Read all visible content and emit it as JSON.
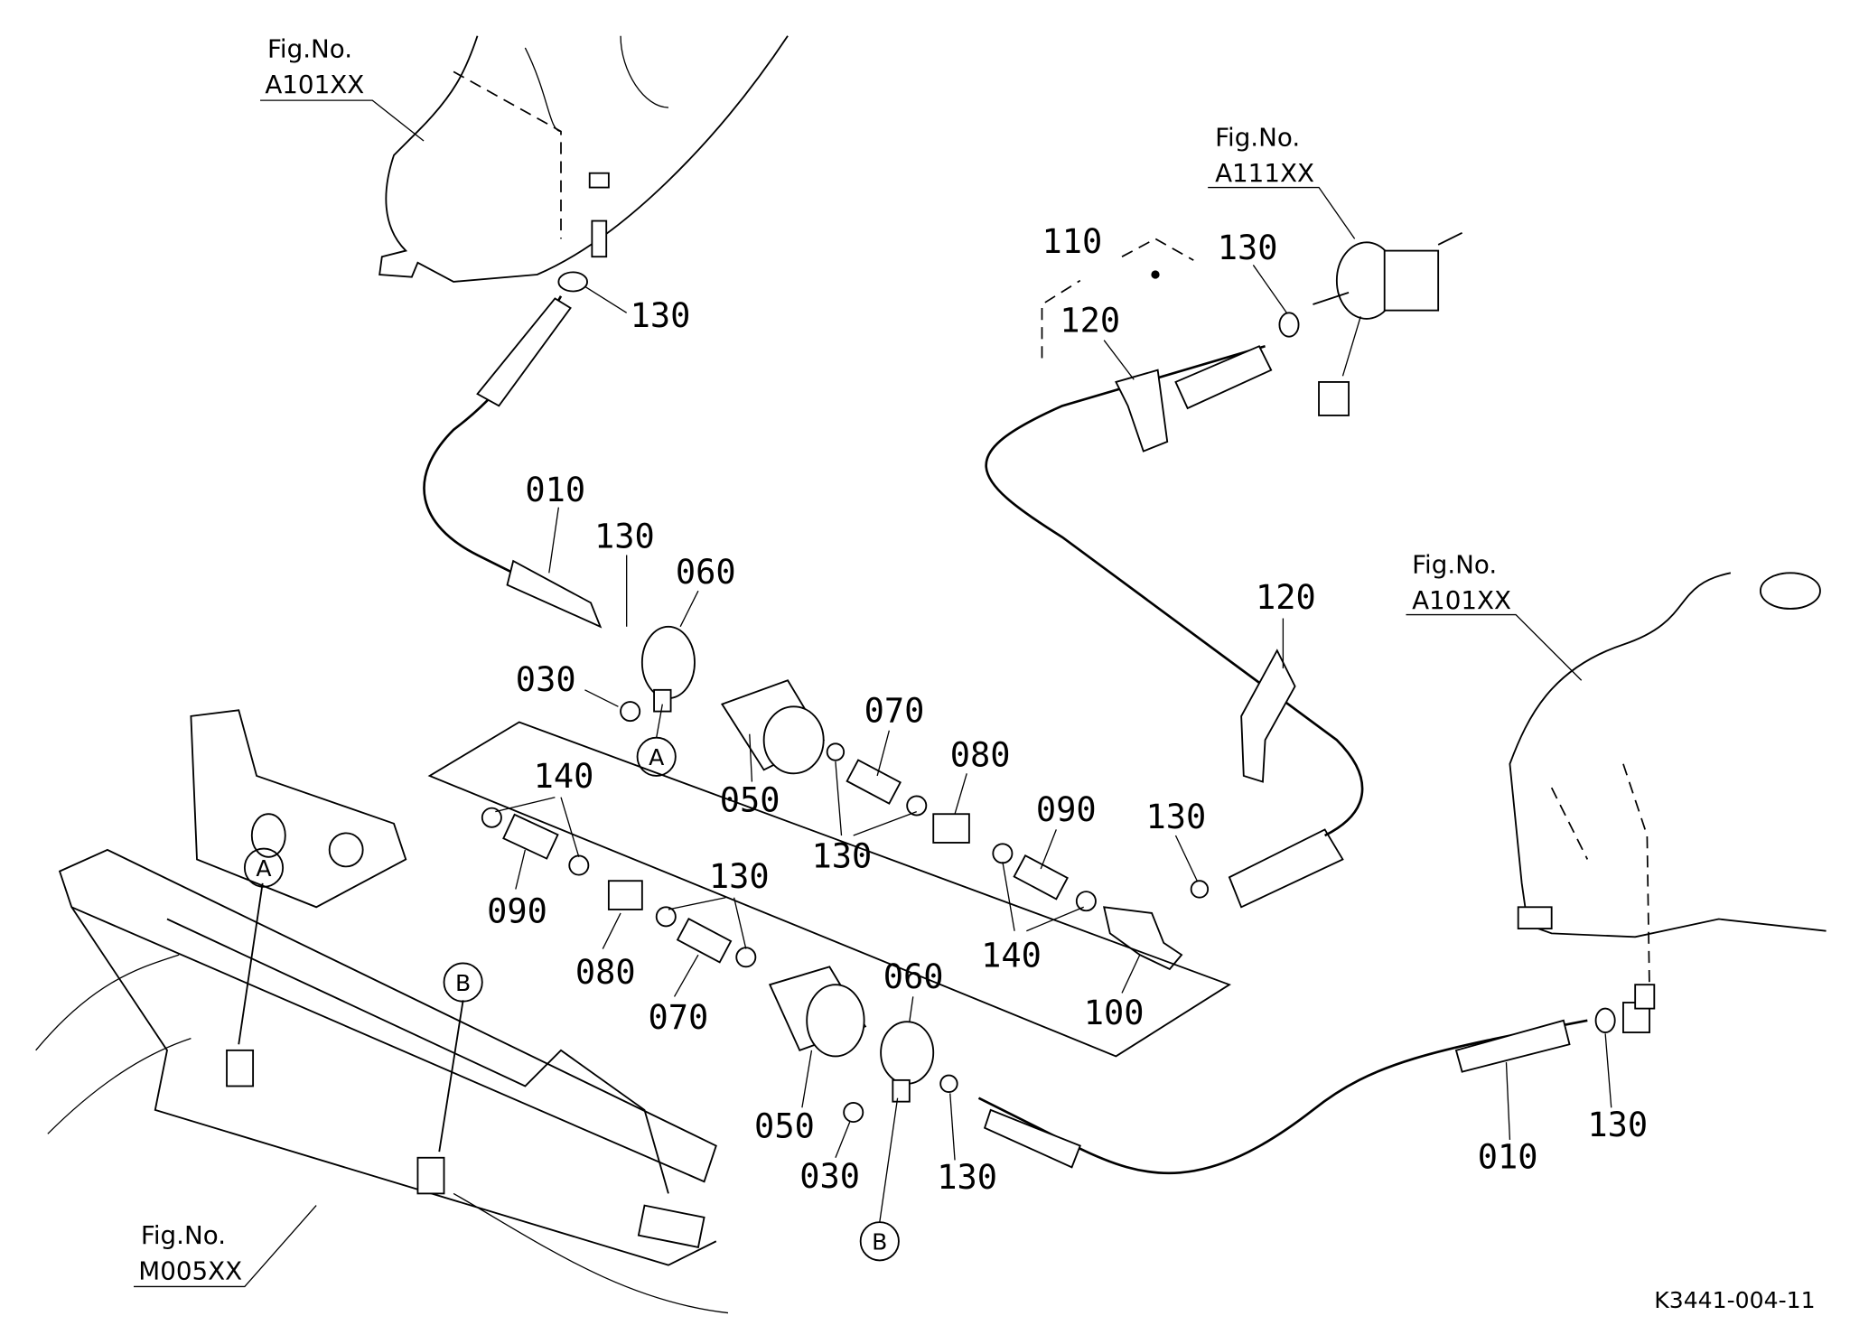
{
  "diagram": {
    "drawing_code": "K3441-004-11",
    "figure_references": [
      {
        "prefix": "Fig.No.",
        "number": "A101XX"
      },
      {
        "prefix": "Fig.No.",
        "number": "A111XX"
      },
      {
        "prefix": "Fig.No.",
        "number": "A101XX"
      },
      {
        "prefix": "Fig.No.",
        "number": "M005XX"
      }
    ],
    "part_labels": [
      "130",
      "110",
      "130",
      "120",
      "010",
      "130",
      "060",
      "030",
      "050",
      "070",
      "080",
      "130",
      "090",
      "130",
      "120",
      "140",
      "090",
      "080",
      "130",
      "070",
      "140",
      "100",
      "060",
      "050",
      "030",
      "130",
      "010",
      "130"
    ],
    "callouts": [
      "A",
      "A",
      "B",
      "B"
    ]
  }
}
